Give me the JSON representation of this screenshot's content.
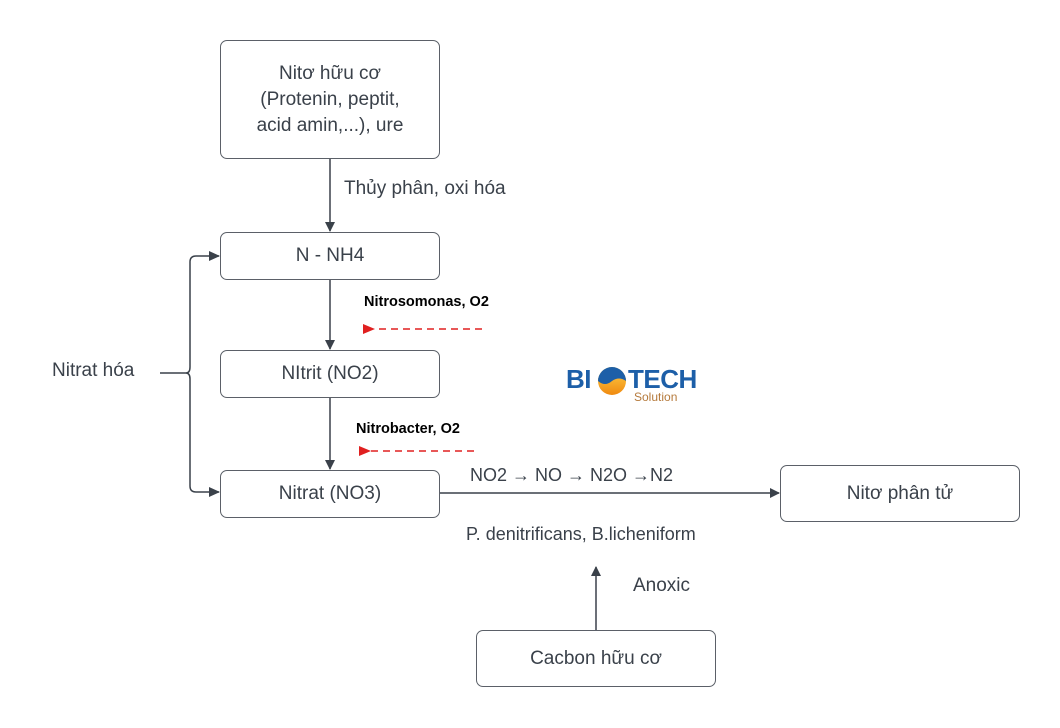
{
  "nodes": {
    "organic_nitrogen": "Nitơ hữu cơ\n(Protenin, peptit,\nacid amin,...), ure",
    "ammonium": "N - NH4",
    "nitrite": "NItrit (NO2)",
    "nitrate": "Nitrat (NO3)",
    "molecular_nitrogen": "Nitơ phân tử",
    "organic_carbon": "Cacbon hữu cơ"
  },
  "edge_labels": {
    "hydrolysis": "Thủy phân, oxi hóa",
    "nitrification": "Nitrat hóa",
    "nitrosomonas": "Nitrosomonas, O2",
    "nitrobacter": "Nitrobacter, O2",
    "denitrification_chain": "NO2 → NO → N2O →N2",
    "denitrifying_bacteria": "P. denitrificans, B.licheniform",
    "anoxic": "Anoxic"
  },
  "logo": {
    "left": "BI",
    "right": "TECH",
    "sub": "Solution"
  },
  "colors": {
    "line": "#3a414a",
    "dashed_arrow": "#e02020",
    "logo_blue": "#1d5fa8",
    "logo_orange": "#f5a21b",
    "logo_sub": "#b57a3c"
  }
}
